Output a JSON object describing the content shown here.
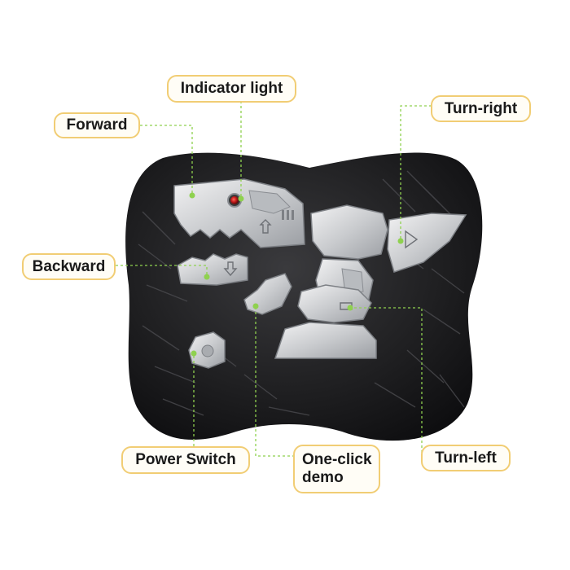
{
  "callouts": {
    "indicator_light": "Indicator light",
    "forward": "Forward",
    "turn_right": "Turn-right",
    "backward": "Backward",
    "power_switch": "Power Switch",
    "one_click_demo_line1": "One-click",
    "one_click_demo_line2": "demo",
    "turn_left": "Turn-left"
  },
  "icons": {
    "controller": "dinosaur-remote-controller",
    "indicator": "red-indicator-light",
    "arrow": "arrow-icon"
  },
  "colors": {
    "callout_border": "#f1cd74",
    "leader_line": "#8fd14f",
    "controller_body": "#1e1e20",
    "dino_silver": "#cfd1d4",
    "indicator_red": "#c81e1e"
  }
}
